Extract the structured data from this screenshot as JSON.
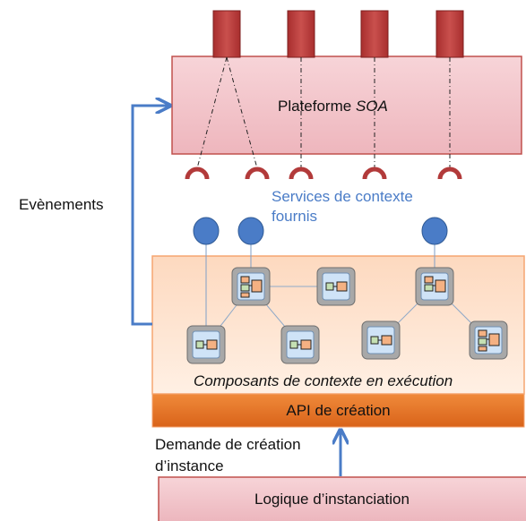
{
  "diagram": {
    "platform": {
      "label_prefix": "Plateforme ",
      "label_emphasis": "SOA"
    },
    "events_label": "Evènements",
    "provided_services": {
      "line1": "Services de contexte",
      "line2": "fournis"
    },
    "components_label": "Composants de contexte en exécution",
    "api_label": "API de création",
    "creation_request": {
      "line1": "Demande de création",
      "line2": "d’instance"
    },
    "instantiation_logic": "Logique d’instanciation"
  },
  "colors": {
    "platform_fill": "#f2c6cc",
    "platform_border": "#c0504d",
    "connector_red": "#b23a3a",
    "components_fill": "#fde2cf",
    "components_border": "#f5a571",
    "api_bar": "#e6731f",
    "service_ball": "#4a7cc7",
    "arrow_blue": "#4a7cc7"
  }
}
